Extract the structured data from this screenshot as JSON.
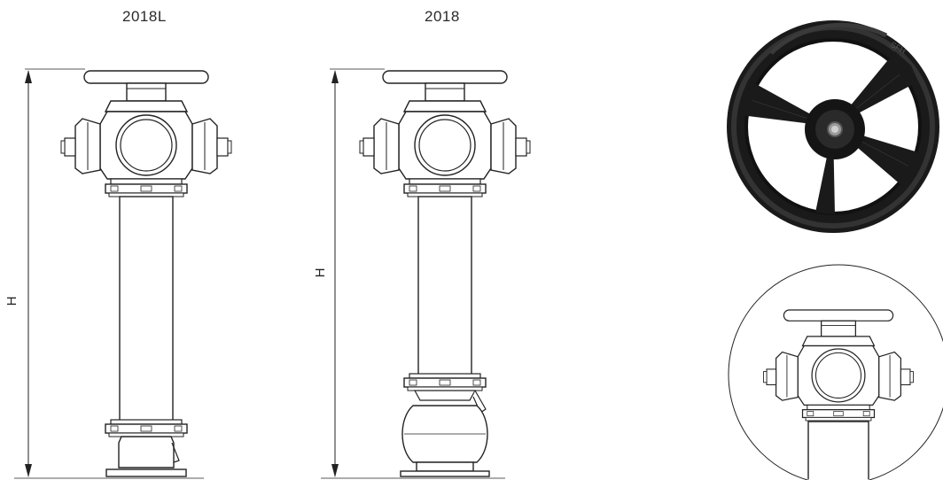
{
  "figure": {
    "models": [
      {
        "model_label": "2018L",
        "height_symbol": "H"
      },
      {
        "model_label": "2018",
        "height_symbol": "H"
      }
    ],
    "handwheel_lettering": "SFH"
  },
  "colors": {
    "line": "#222222",
    "wheel_fill": "#1a1a1a",
    "wheel_highlight": "#3a3a3a",
    "background": "#ffffff"
  },
  "icons": [
    "handwheel-photo",
    "hydrant-head-detail"
  ]
}
